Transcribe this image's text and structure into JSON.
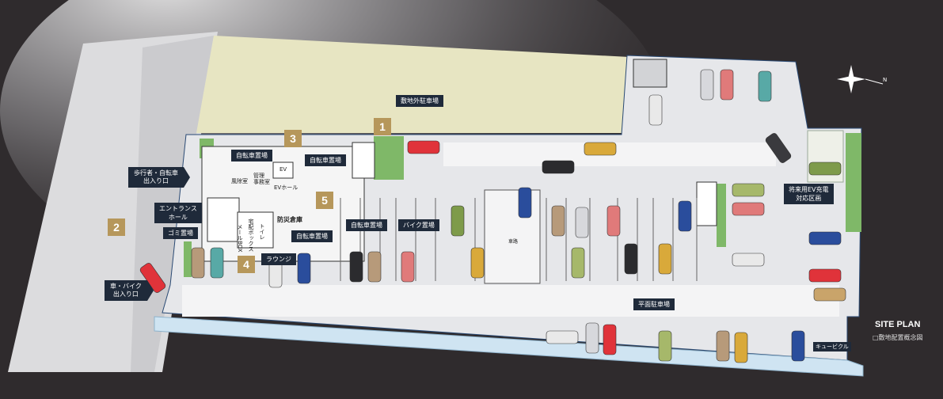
{
  "labels": {
    "offsite_parking": "敷地外駐車場",
    "bicycle_1": "自転車置場",
    "bicycle_2": "自転車置場",
    "bicycle_3": "自転車置場",
    "bicycle_4": "自転車置場",
    "bike": "バイク置場",
    "entrance_hall": "エントランス\nホール",
    "garbage": "ゴミ置場",
    "lounge": "ラウンジ",
    "disaster_storage": "防災倉庫",
    "ev_hall": "EVホール",
    "ev": "EV",
    "windbreak": "風除室",
    "manager": "管理\n事務室",
    "mailbox": "メールBOX",
    "delivery_box": "宅配ボックス",
    "toilet": "トイレ",
    "flat_parking": "平面駐車場",
    "ev_charging": "将来用EV充電\n対応区画",
    "cubicle": "キュービクル",
    "car_road": "車路",
    "pedestrian_gate": "歩行者・自転車\n出入り口",
    "car_gate": "車・バイク\n出入り口"
  },
  "markers": [
    "1",
    "2",
    "3",
    "4",
    "5"
  ],
  "title": "SITE PLAN",
  "subtitle": "□敷地配置概念図",
  "compass": "N",
  "colors": {
    "background": "#2f2b2d",
    "ground": "#e3e4e7",
    "pavement": "#f2f2f3",
    "label_bg": "#1f2a3a",
    "marker": "#b6975b",
    "offsite": "#e8e6c4",
    "green": "#7fb868",
    "water": "#cfe4f2",
    "outline": "#2a4a74"
  }
}
